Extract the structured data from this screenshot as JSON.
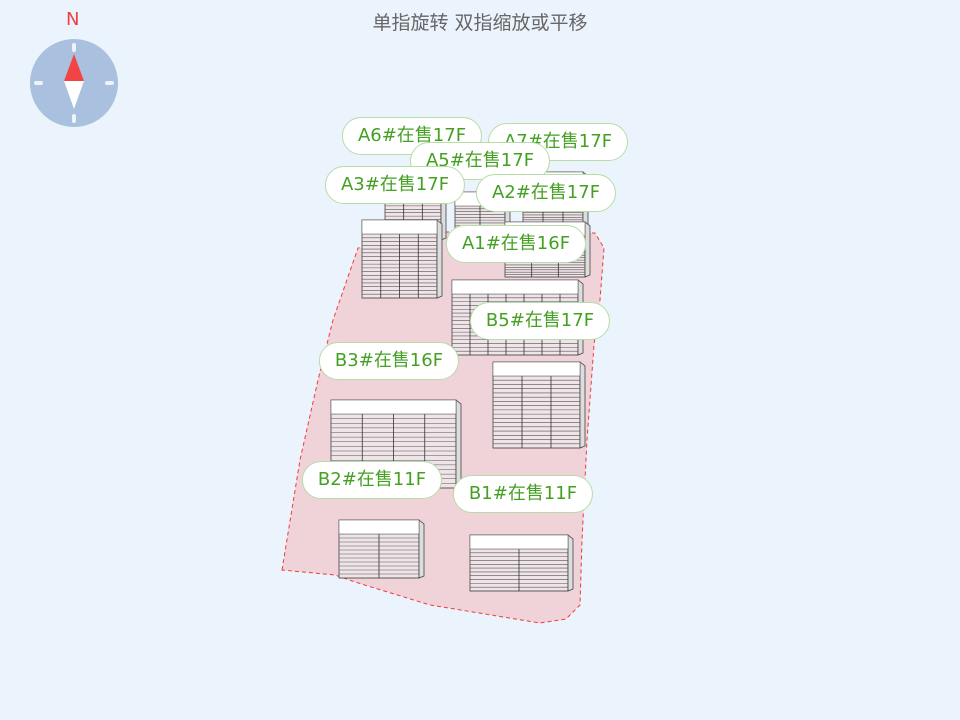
{
  "hint": "单指旋转 双指缩放或平移",
  "compass": {
    "north_label": "N"
  },
  "colors": {
    "lot_fill": "#efd3d9",
    "lot_border": "#f03a3a",
    "label_text": "#44a021",
    "label_border": "#b7dca6"
  },
  "buildings": [
    {
      "id": "A6",
      "label": "A6#在售17F",
      "floors": 17
    },
    {
      "id": "A7",
      "label": "A7#在售17F",
      "floors": 17
    },
    {
      "id": "A5",
      "label": "A5#在售17F",
      "floors": 17
    },
    {
      "id": "A3",
      "label": "A3#在售17F",
      "floors": 17
    },
    {
      "id": "A2",
      "label": "A2#在售17F",
      "floors": 17
    },
    {
      "id": "A1",
      "label": "A1#在售16F",
      "floors": 16
    },
    {
      "id": "B5",
      "label": "B5#在售17F",
      "floors": 17
    },
    {
      "id": "B3",
      "label": "B3#在售16F",
      "floors": 16
    },
    {
      "id": "B2",
      "label": "B2#在售11F",
      "floors": 11
    },
    {
      "id": "B1",
      "label": "B1#在售11F",
      "floors": 11
    }
  ]
}
